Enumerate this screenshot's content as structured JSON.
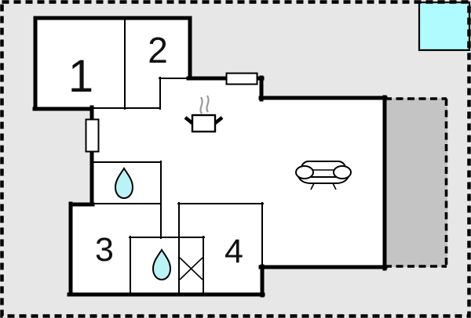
{
  "floorplan": {
    "rooms": [
      {
        "label": "1"
      },
      {
        "label": "2"
      },
      {
        "label": "3"
      },
      {
        "label": "4"
      }
    ],
    "symbols": {
      "kitchen": "steaming-pot-icon",
      "living_room": "sofa-icon",
      "bathroom_upper": "water-drop-icon",
      "bathroom_lower": "water-drop-icon",
      "utility": "crossed-box-icon",
      "pool": "pool-square",
      "terrace": "terrace-area",
      "plot": "dashed-plot-boundary"
    },
    "colors": {
      "background": "#e7e7e7",
      "terrace": "#c4c4c4",
      "pool": "#b0fbfd",
      "drop": "#b9f3f6",
      "steam": "#999999",
      "wall": "#000000",
      "interior": "#ffffff"
    }
  }
}
